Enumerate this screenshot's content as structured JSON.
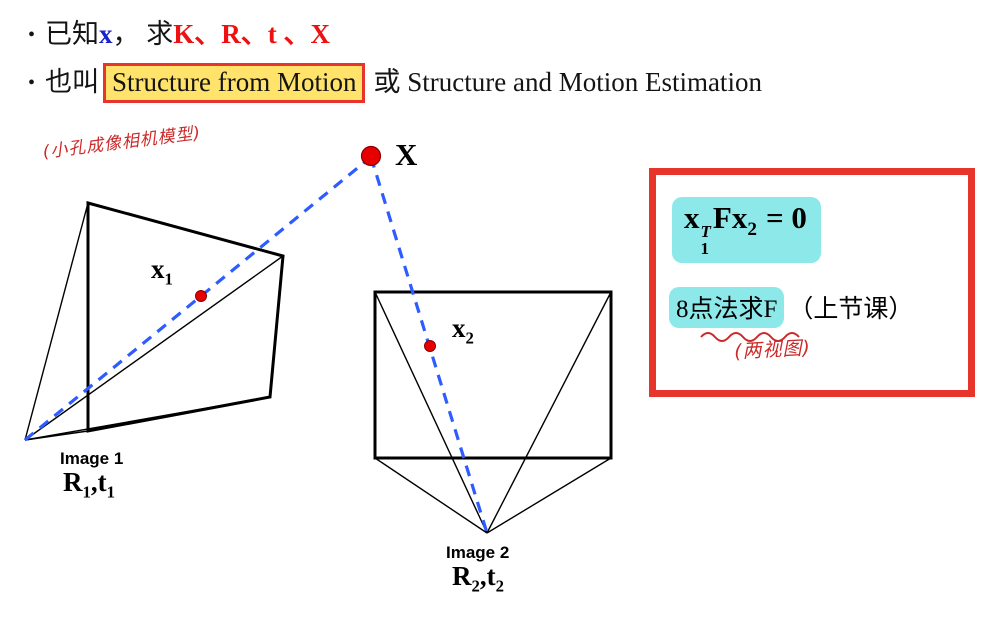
{
  "bullets": {
    "line1": {
      "marker": "•",
      "known": "已知",
      "x": "x",
      "mid": "， 求",
      "unknowns": "K、R、t 、X"
    },
    "line2": {
      "marker": "•",
      "prefix": "也叫",
      "sfm": "Structure from Motion",
      "or": "或",
      "alt": "Structure and Motion Estimation"
    }
  },
  "handwritten": {
    "pinhole": "(小孔成像相机模型)",
    "two_views": "(两视图)"
  },
  "diagram": {
    "X": "X",
    "x1_base": "x",
    "x1_sub": "1",
    "x2_base": "x",
    "x2_sub": "2",
    "image1": "Image 1",
    "rt1_R": "R",
    "rt1_Rsub": "1",
    "rt1_comma": ",",
    "rt1_t": "t",
    "rt1_tsub": "1",
    "image2": "Image 2",
    "rt2_R": "R",
    "rt2_Rsub": "2",
    "rt2_comma": ",",
    "rt2_t": "t",
    "rt2_tsub": "2"
  },
  "formula_box": {
    "f_x1": "x",
    "f_sup": "T",
    "f_sub": "1",
    "f_F": "F",
    "f_x2": "x",
    "f_x2sub": "2",
    "f_eq": "= 0",
    "eight_point": "8点法求F",
    "note": "（上节课）"
  },
  "colors": {
    "accent_red": "#e8352c",
    "text_red": "#ee1111",
    "text_blue": "#1822cf",
    "highlight_yellow": "#ffe36a",
    "highlight_cyan": "#8de9e9",
    "dashed_blue": "#2e5cff",
    "point_red": "#e60000",
    "handwriting_red": "#cc2a2a"
  }
}
